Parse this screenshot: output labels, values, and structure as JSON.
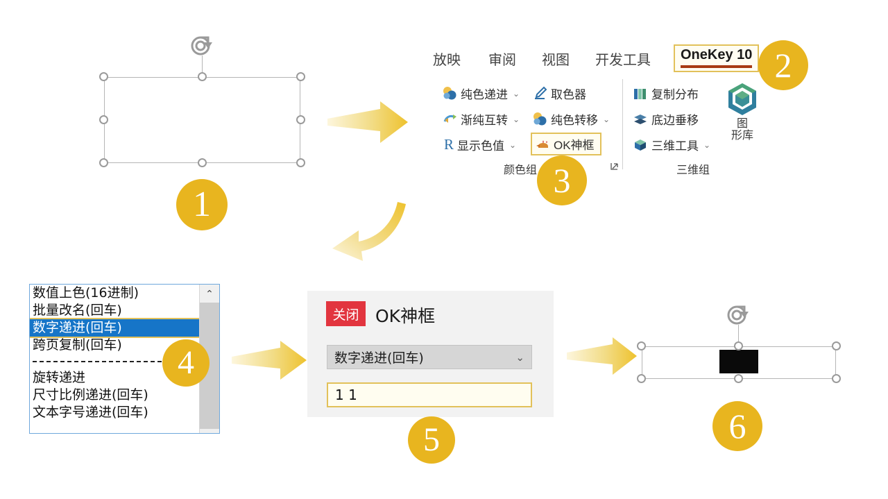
{
  "steps": [
    {
      "n": "1"
    },
    {
      "n": "2"
    },
    {
      "n": "3"
    },
    {
      "n": "4"
    },
    {
      "n": "5"
    },
    {
      "n": "6"
    }
  ],
  "colors": {
    "badge": "#e8b51f",
    "arrow": "#e8c03a",
    "highlight_border": "#e2c15a",
    "selection_blue": "#1675c8",
    "close_red": "#e2353f",
    "tab_underline": "#a73a14",
    "list_border": "#6fa8dc"
  },
  "ribbon": {
    "tabs": [
      {
        "label": "放映",
        "active": false
      },
      {
        "label": "审阅",
        "active": false
      },
      {
        "label": "视图",
        "active": false
      },
      {
        "label": "开发工具",
        "active": false
      },
      {
        "label": "OneKey 10",
        "active": true
      }
    ],
    "color_group": {
      "label": "颜色组",
      "items": [
        {
          "label": "纯色递进",
          "icon": "two-circles-icon",
          "caret": "⌄"
        },
        {
          "label": "取色器",
          "icon": "eyedropper-icon",
          "caret": ""
        },
        {
          "label": "渐纯互转",
          "icon": "swap-color-icon",
          "caret": "⌄"
        },
        {
          "label": "纯色转移",
          "icon": "color-transfer-icon",
          "caret": "⌄"
        },
        {
          "label": "显示色值",
          "icon": "r-letter-icon",
          "caret": "⌄"
        },
        {
          "label": "OK神框",
          "icon": "magic-lamp-icon",
          "caret": "",
          "highlighted": true
        }
      ],
      "launcher": "⌐"
    },
    "threed_group": {
      "label": "三维组",
      "items": [
        {
          "label": "复制分布",
          "icon": "duplicate-distribute-icon",
          "caret": ""
        },
        {
          "label": "底边垂移",
          "icon": "layers-icon",
          "caret": ""
        },
        {
          "label": "三维工具",
          "icon": "cube-icon",
          "caret": "⌄"
        }
      ],
      "gallery": {
        "line1": "图",
        "line2": "形库",
        "icon": "hexagon-gallery-icon"
      }
    }
  },
  "listbox": {
    "items": [
      {
        "label": "数值上色(16进制)",
        "selected": false
      },
      {
        "label": "批量改名(回车)",
        "selected": false
      },
      {
        "label": "数字递进(回车)",
        "selected": true
      },
      {
        "label": "跨页复制(回车)",
        "selected": false
      },
      {
        "label": "旋转递进",
        "selected": false
      },
      {
        "label": "尺寸比例递进(回车)",
        "selected": false
      },
      {
        "label": "文本字号递进(回车)",
        "selected": false
      }
    ],
    "scroll_up_glyph": "⌃"
  },
  "dialog": {
    "close_label": "关闭",
    "title": "OK神框",
    "select_value": "数字递进(回车)",
    "select_caret": "⌄",
    "input_value": "1 1",
    "input_placeholder": ""
  },
  "shapes": {
    "shape_before": {
      "name": "empty-rectangle-shape"
    },
    "shape_after": {
      "name": "numbered-rectangle-shape",
      "text_block": ""
    }
  }
}
